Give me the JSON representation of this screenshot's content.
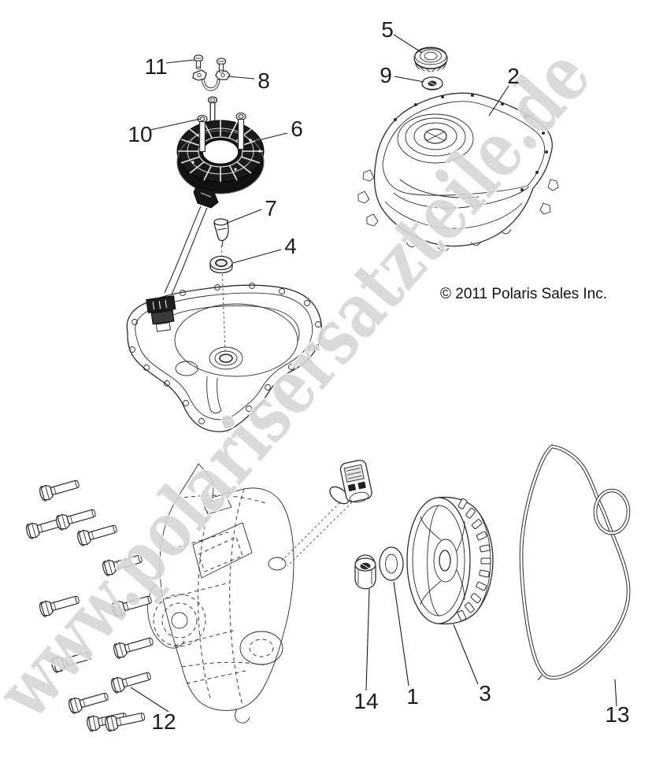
{
  "figure": {
    "copyright": "© 2011 Polaris Sales Inc.",
    "watermark": "www.polarisersatzteile.de"
  },
  "colors": {
    "line": "#2b2b2b",
    "stator_fill": "#141414",
    "connector_fill": "#1e1e1e",
    "watermark_fill": "#d6d6d6",
    "watermark_stroke": "#ffffff",
    "background": "#ffffff"
  },
  "callouts": [
    {
      "label": "1"
    },
    {
      "label": "2"
    },
    {
      "label": "3"
    },
    {
      "label": "4"
    },
    {
      "label": "5"
    },
    {
      "label": "6"
    },
    {
      "label": "7"
    },
    {
      "label": "8"
    },
    {
      "label": "9"
    },
    {
      "label": "10"
    },
    {
      "label": "11"
    },
    {
      "label": "12"
    },
    {
      "label": "13"
    },
    {
      "label": "14"
    }
  ]
}
